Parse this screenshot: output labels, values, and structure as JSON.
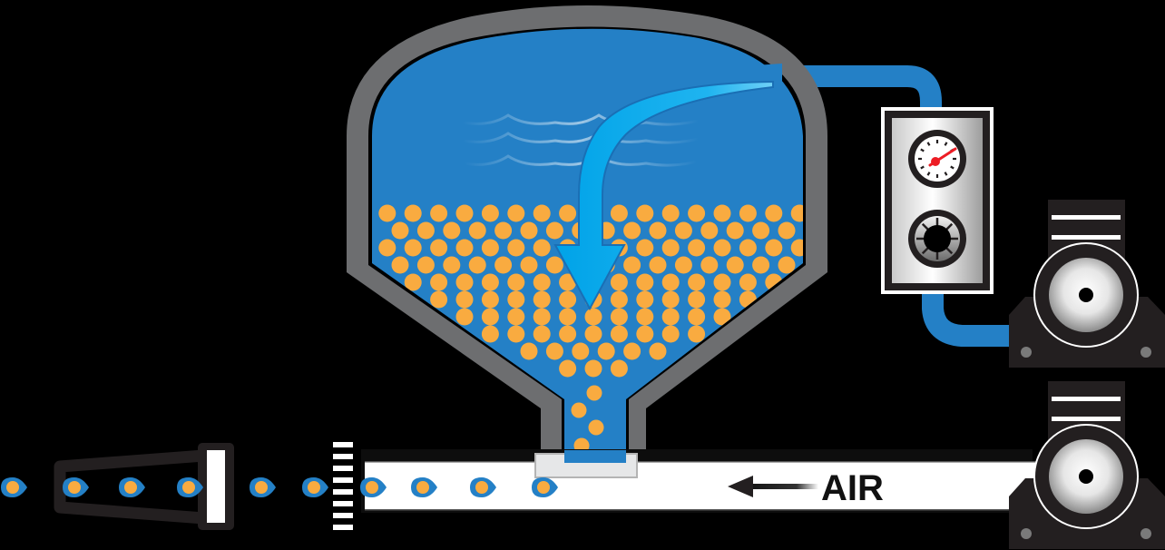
{
  "diagram": {
    "title": "Pressure blast pot / pneumatic media conveying schematic",
    "labels": {
      "air": "AIR"
    },
    "components": [
      {
        "id": "pressure-vessel",
        "description": "Pressure tank filled with water and media beads"
      },
      {
        "id": "water-inlet-arrow",
        "description": "Curved arrow showing flow into tank"
      },
      {
        "id": "control-panel",
        "description": "Panel with pressure gauge and regulator knob"
      },
      {
        "id": "compressor-top",
        "description": "Air compressor feeding control panel"
      },
      {
        "id": "compressor-bottom",
        "description": "Air compressor feeding air hose"
      },
      {
        "id": "metering-valve",
        "description": "Tank outlet feeding media into air hose"
      },
      {
        "id": "air-hose",
        "description": "Conveying hose with air flowing left"
      },
      {
        "id": "hose-coupling",
        "description": "Ribbed coupling between hose and nozzle line"
      },
      {
        "id": "nozzle",
        "description": "Tapered blast nozzle ejecting media"
      }
    ],
    "colors": {
      "background": "#000000",
      "tank_shell": "#6d6e70",
      "water": "#2480c6",
      "flow_arrow": "#00adef",
      "bead": "#f9ab40",
      "hose": "#ffffff",
      "machinery": "#231f20",
      "gauge_needle": "#ed1c24"
    },
    "bead_counts": {
      "tank_rows": [
        17,
        16,
        17,
        16,
        15,
        13,
        11,
        9,
        6,
        3
      ],
      "stem": 5,
      "in_hose": 4,
      "after_coupling": 2,
      "in_nozzle": 3,
      "exiting": 1
    }
  }
}
